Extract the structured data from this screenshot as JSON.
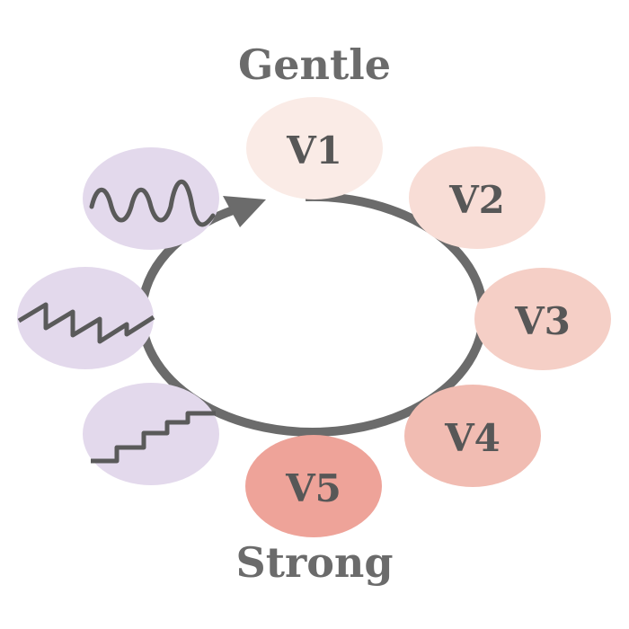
{
  "top_label": "Gentle",
  "bottom_label": "Strong",
  "nodes": [
    {
      "label": "V1",
      "color": "#faebe6"
    },
    {
      "label": "V2",
      "color": "#f8ddd6"
    },
    {
      "label": "V3",
      "color": "#f5cfc6"
    },
    {
      "label": "V4",
      "color": "#f1bcb2"
    },
    {
      "label": "V5",
      "color": "#eea399"
    }
  ],
  "waveform_circles": [
    {
      "icon": "sine-wave-icon",
      "color": "#e3d9ec"
    },
    {
      "icon": "sawtooth-wave-icon",
      "color": "#e3d9ec"
    },
    {
      "icon": "staircase-wave-icon",
      "color": "#e3d9ec"
    }
  ],
  "colors": {
    "cycle_stroke": "#6b6b6b",
    "text": "#575757",
    "waveform_stroke": "#5a5a5a"
  }
}
